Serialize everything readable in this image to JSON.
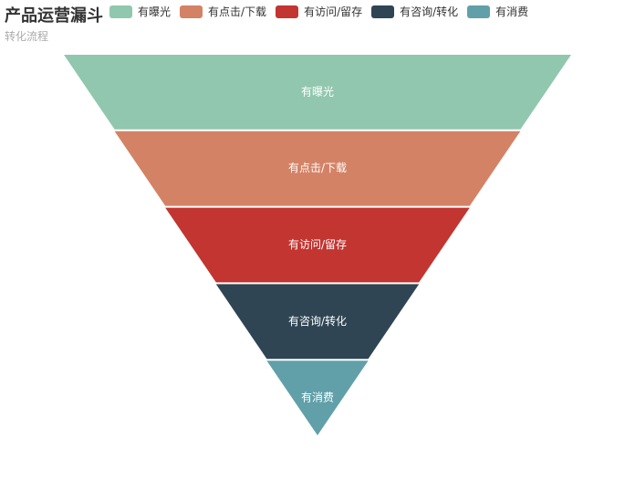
{
  "chart_data": {
    "type": "funnel",
    "title": "产品运营漏斗",
    "subtitle": "转化流程",
    "legend_position": "top",
    "sort": "descending",
    "categories": [
      "有曝光",
      "有点击/下载",
      "有访问/留存",
      "有咨询/转化",
      "有消费"
    ],
    "values": [
      100,
      80,
      60,
      40,
      20
    ],
    "colors": [
      "#91c7ae",
      "#d48265",
      "#c23531",
      "#2f4554",
      "#61a0a8"
    ],
    "label_color": "#ffffff"
  }
}
